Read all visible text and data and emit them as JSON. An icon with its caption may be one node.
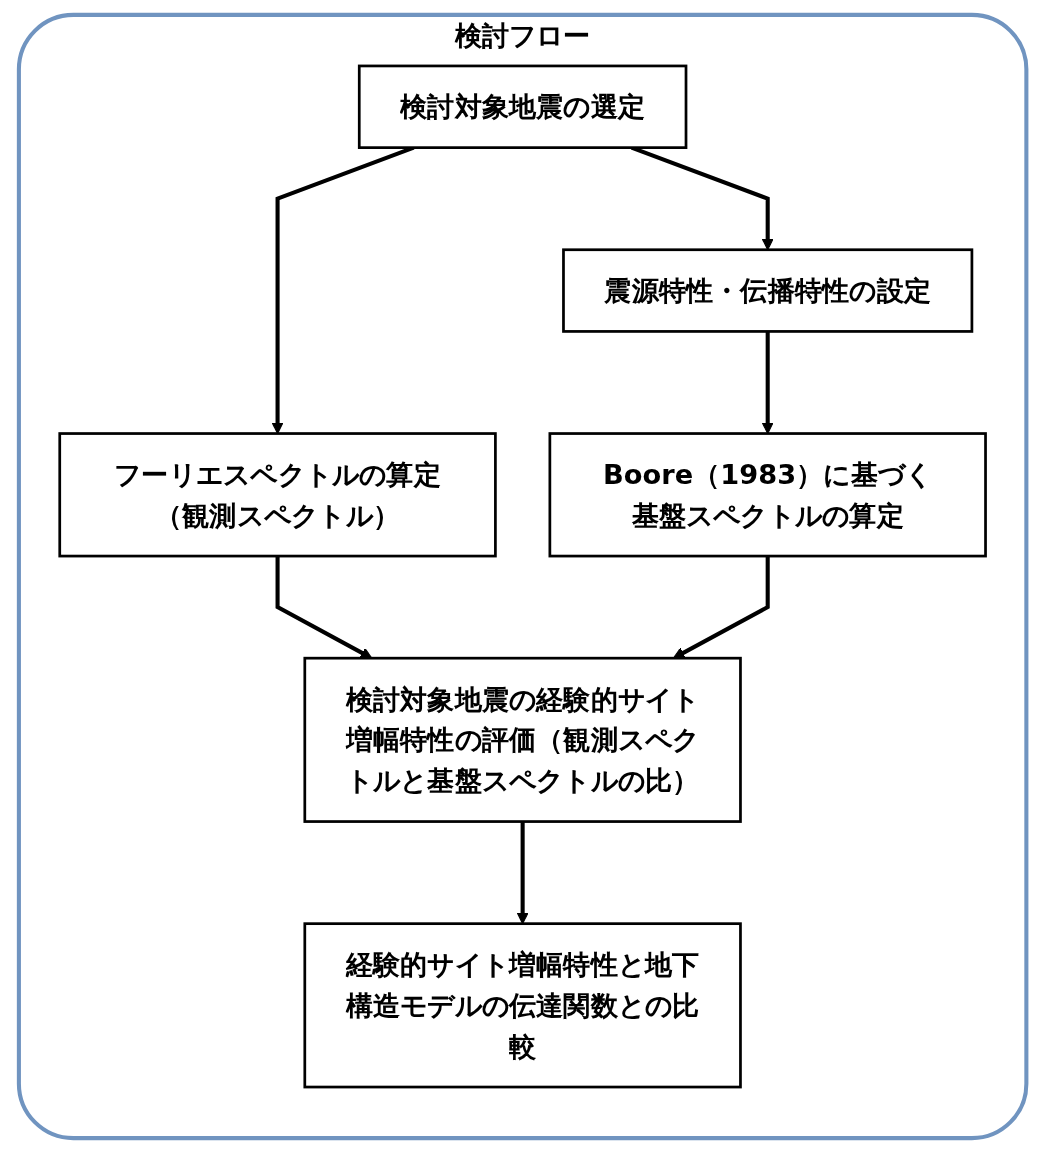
{
  "diagram": {
    "nodes": [
      {
        "text": [
          "検討フロー"
        ]
      },
      {
        "text": [
          "検討対象地震の選定"
        ],
        "in": 0
      },
      {
        "text": [
          "震源特性・伝播特性の設定"
        ],
        "in": 0
      },
      {
        "text": [
          "フーリエスペクトルの算定（観測スペクトル）"
        ],
        "in": 0
      },
      {
        "text": [
          "Boore（1983）に基づく基盤スペクトルの算定"
        ],
        "in": 0
      },
      {
        "text": [
          "検討対象地震の経験的サイト増幅特性の評価（観測スペクトルと基盤スペクトルの比）"
        ],
        "in": 0
      },
      {
        "text": [
          "経験的サイト増幅特性と地下構造モデルの伝達関数との比較"
        ],
        "in": 0
      }
    ],
    "edges": [
      {
        "from": 1,
        "to": 3,
        "arrow": "to"
      },
      {
        "from": 1,
        "to": 2,
        "arrow": "to"
      },
      {
        "from": 2,
        "to": 4,
        "arrow": "to"
      },
      {
        "from": 3,
        "to": 5,
        "arrow": "to"
      },
      {
        "from": 4,
        "to": 5,
        "arrow": "to"
      },
      {
        "from": 5,
        "to": 6,
        "arrow": "to"
      }
    ]
  }
}
